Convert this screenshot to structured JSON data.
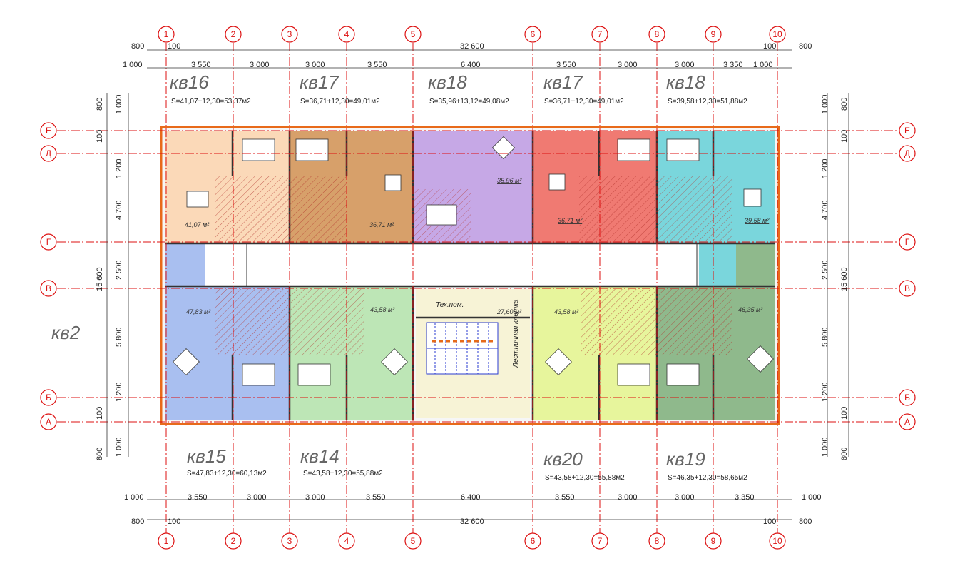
{
  "axes": {
    "columns": [
      "1",
      "2",
      "3",
      "4",
      "5",
      "6",
      "7",
      "8",
      "9",
      "10"
    ],
    "rows": [
      "Е",
      "Д",
      "Г",
      "В",
      "Б",
      "А"
    ]
  },
  "dimensions": {
    "top_outer": [
      "800",
      "100",
      "32 600",
      "100",
      "800"
    ],
    "top_inner": [
      "1 000",
      "3 550",
      "3 000",
      "3 000",
      "3 550",
      "6 400",
      "3 550",
      "3 000",
      "3 000",
      "3 350",
      "1 000"
    ],
    "bottom_inner": [
      "1 000",
      "3 550",
      "3 000",
      "3 000",
      "3 550",
      "6 400",
      "3 550",
      "3 000",
      "3 000",
      "3 350",
      "1 000"
    ],
    "bottom_outer": [
      "800",
      "100",
      "32 600",
      "100",
      "800"
    ],
    "left_vertical": [
      "800",
      "1 000",
      "100",
      "1 200",
      "4 700",
      "2 500",
      "5 800",
      "1 200",
      "100",
      "1 000",
      "800"
    ],
    "left_total": "15 600",
    "right_vertical": [
      "1 000",
      "800",
      "100",
      "1 200",
      "4 700",
      "2 500",
      "5 800",
      "1 200",
      "100",
      "1 000",
      "800"
    ],
    "right_total": "15 600"
  },
  "apartments_top": [
    {
      "label": "кв16",
      "area": "S=41,07+12,30=53,37м2",
      "room": "41,07 м²"
    },
    {
      "label": "кв17",
      "area": "S=36,71+12,30=49,01м2",
      "room": "36,71 м²"
    },
    {
      "label": "кв18",
      "area": "S=35,96+13,12=49,08м2",
      "room": "35,96 м²"
    },
    {
      "label": "кв17",
      "area": "S=36,71+12,30=49,01м2",
      "room": "36,71 м²"
    },
    {
      "label": "кв18",
      "area": "S=39,58+12,30=51,88м2",
      "room": "39,58 м²"
    }
  ],
  "apartments_bottom": [
    {
      "label": "кв15",
      "area": "S=47,83+12,30=60,13м2",
      "room": "47,83 м²"
    },
    {
      "label": "кв14",
      "area": "S=43,58+12,30=55,88м2",
      "room": "43,58 м²"
    },
    {
      "label": "кв20",
      "area": "S=43,58+12,30=55,88м2",
      "room": "43,58 м²"
    },
    {
      "label": "кв19",
      "area": "S=46,35+12,30=58,65м2",
      "room": "46,35 м²"
    }
  ],
  "side_label": "кв2",
  "core": {
    "tech_room": "Тех.пом.",
    "stair_area": "27,60 м²",
    "stair_label": "Лестничная клетка"
  },
  "colors": {
    "apt16": "#fbd9b8",
    "apt17a": "#d7a06a",
    "apt18a": "#c6a8e6",
    "apt17b": "#f07a72",
    "apt18b": "#7ad6dc",
    "apt15": "#a9bff0",
    "apt14": "#bde6b6",
    "apt20": "#e7f59c",
    "apt19": "#8fb98c",
    "corridor": "#ffffff",
    "core": "#f7f3d6",
    "axis": "#dd1111"
  }
}
